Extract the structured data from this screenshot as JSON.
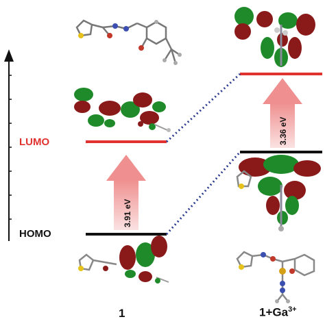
{
  "labels": {
    "lumo": "LUMO",
    "homo": "HOMO",
    "compound": "1",
    "complex_base": "1+Ga",
    "complex_charge": "3+"
  },
  "gaps": {
    "compound": "3.91 eV",
    "complex": "3.36 eV"
  },
  "colors": {
    "lumo": "#e0322e",
    "homo": "#111111",
    "arrow": "#f4a3a3",
    "connector": "#2b3a8f",
    "orbital_green": "#1f8a2a",
    "orbital_red": "#8a1a1a"
  },
  "icons": [
    "energy-axis-arrow-icon",
    "molecule-structure-icon",
    "orbital-lobes-icon",
    "up-arrow-icon"
  ]
}
